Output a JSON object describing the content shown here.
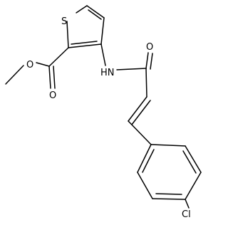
{
  "structure": {
    "atom_labels": {
      "sulfur": "S",
      "ester_oxygen": "O",
      "carbonyl_oxygen_ester": "O",
      "amide_nitrogen": "HN",
      "amide_oxygen": "O",
      "chlorine": "Cl"
    }
  }
}
